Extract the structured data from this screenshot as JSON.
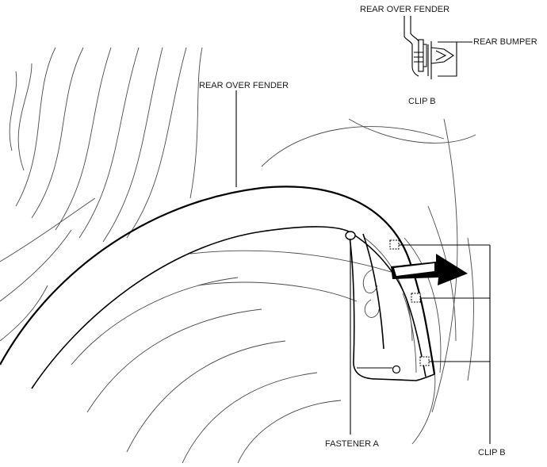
{
  "labels": {
    "inset_rear_over_fender": "REAR OVER FENDER",
    "inset_rear_bumper": "REAR BUMPER",
    "inset_clip": "CLIP B",
    "main_rear_over_fender": "REAR OVER FENDER",
    "fastener": "FASTENER A",
    "clip_main": "CLIP B"
  }
}
